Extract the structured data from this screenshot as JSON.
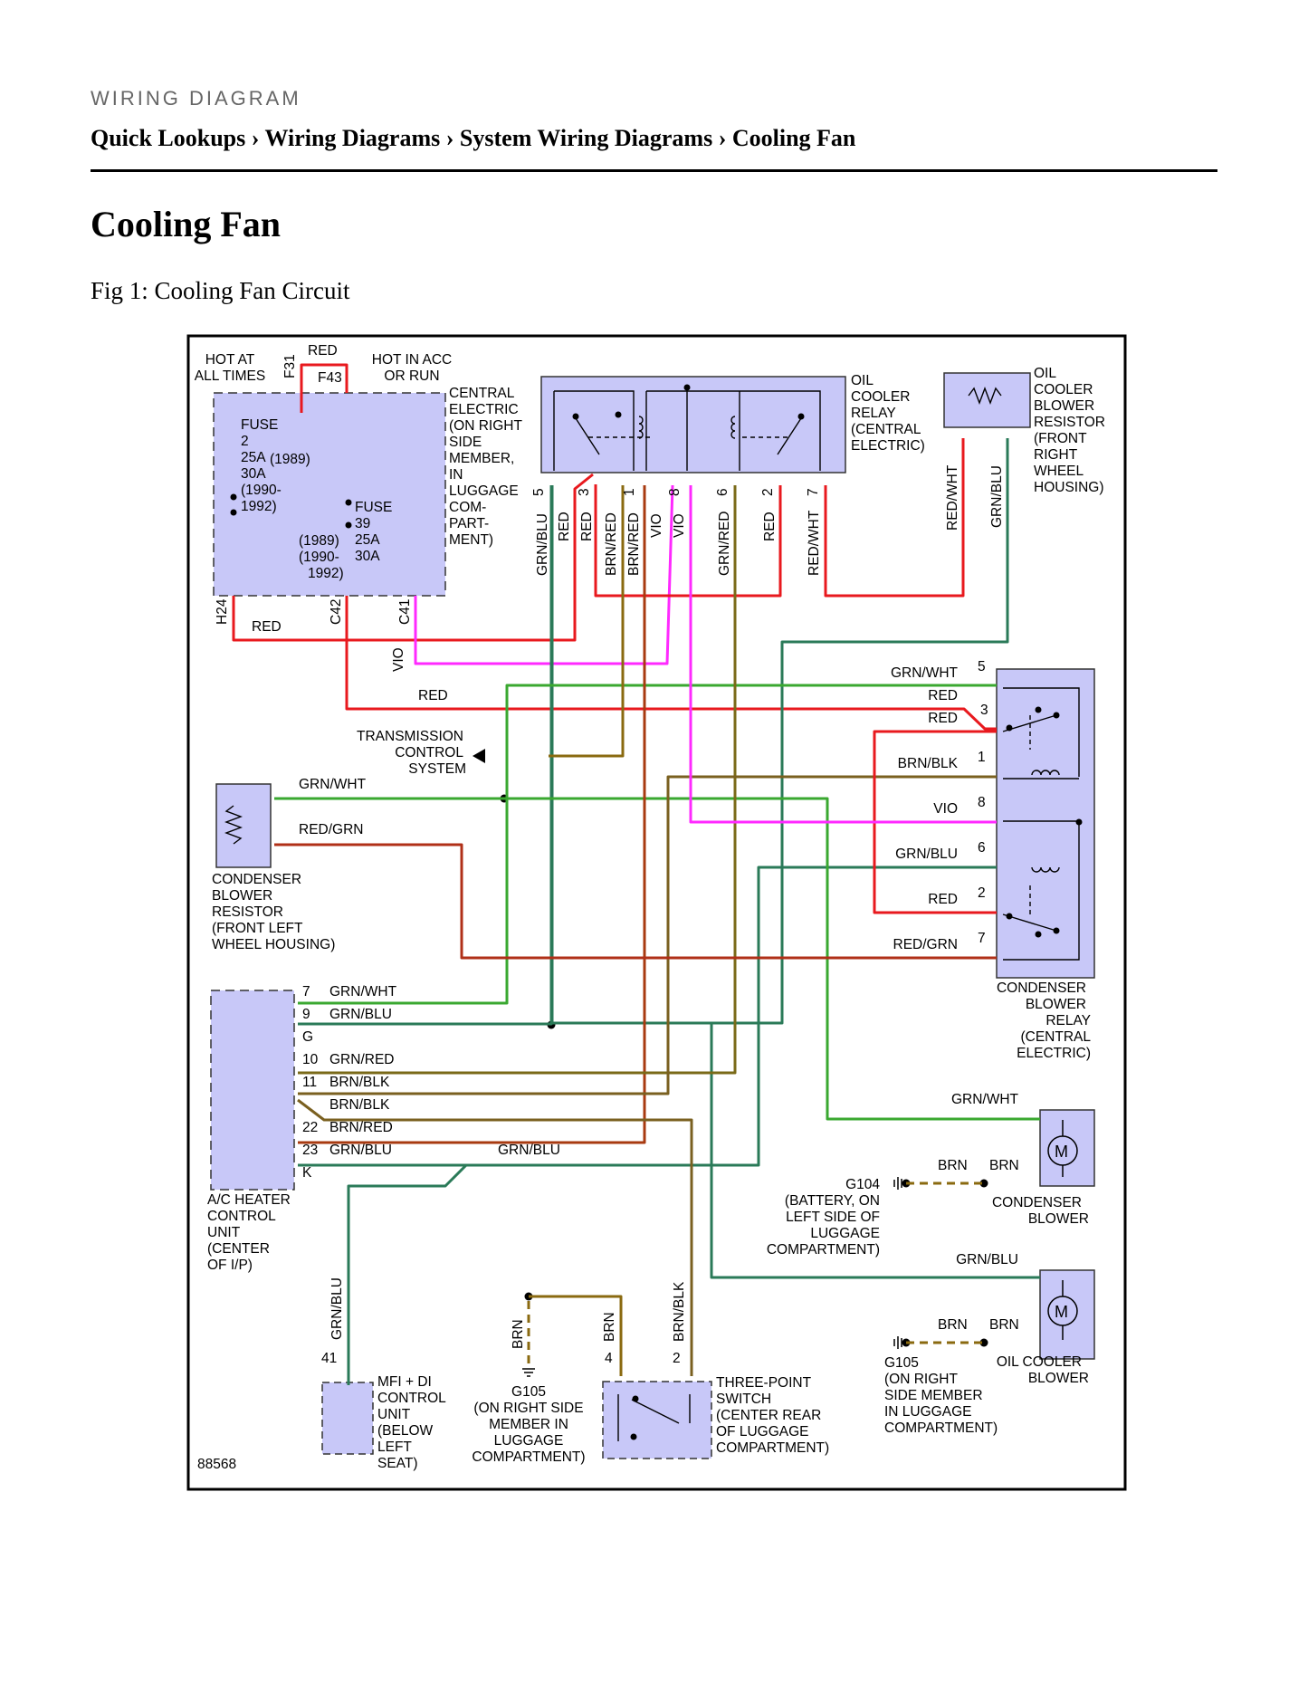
{
  "header": {
    "kicker": "WIRING DIAGRAM",
    "breadcrumb": [
      "Quick Lookups",
      "Wiring Diagrams",
      "System Wiring Diagrams",
      "Cooling Fan"
    ],
    "separator": " › "
  },
  "page_title": "Cooling Fan",
  "figure_caption": "Fig 1: Cooling Fan Circuit",
  "colors": {
    "background": "#ffffff",
    "component_fill": "#c8c8f8",
    "RED": "#e8191e",
    "VIO": "#ff29ff",
    "GRN": "#3aa830",
    "GRN_BLU": "#2a7a58",
    "BRN": "#8a6a10",
    "BRN_RED": "#a83a10",
    "BRN_BLK": "#7a6020",
    "GRN_RED": "#7a6a18",
    "RED_GRN": "#b03018"
  },
  "diagram": {
    "figure_number": "88568",
    "central_electric": {
      "hot_at_all_times": [
        "HOT AT",
        "ALL TIMES"
      ],
      "hot_in_acc": [
        "HOT IN ACC",
        "OR RUN"
      ],
      "f31": "F31",
      "f43": "F43",
      "red": "RED",
      "label": [
        "CENTRAL",
        "ELECTRIC",
        "(ON RIGHT",
        "SIDE",
        "MEMBER,",
        "IN",
        "LUGGAGE",
        "COM-",
        "PART-",
        "MENT)"
      ],
      "fuse2": [
        "FUSE",
        "2",
        "25A",
        "30A",
        "(1990-",
        "1992)"
      ],
      "fuse2_year": "(1989)",
      "fuse39": [
        "FUSE",
        "39",
        "25A",
        "30A"
      ],
      "fuse39_years": [
        "(1989)",
        "(1990-",
        "1992)"
      ],
      "pins": [
        "H24",
        "C42",
        "C41"
      ],
      "h24_wire": "RED"
    },
    "oil_cooler_relay": {
      "label": [
        "OIL",
        "COOLER",
        "RELAY",
        "(CENTRAL",
        "ELECTRIC)"
      ],
      "pins": [
        "5",
        "3",
        "1",
        "8",
        "6",
        "2",
        "7"
      ],
      "wires": [
        "GRN/BLU",
        "RED",
        "RED",
        "BRN/RED",
        "BRN/RED",
        "VIO",
        "VIO",
        "GRN/RED",
        "RED",
        "RED/WHT"
      ]
    },
    "oil_cooler_blower_resistor": {
      "label": [
        "OIL",
        "COOLER",
        "BLOWER",
        "RESISTOR",
        "(FRONT",
        "RIGHT",
        "WHEEL",
        "HOUSING)"
      ],
      "wires": [
        "RED/WHT",
        "GRN/BLU"
      ]
    },
    "condenser_blower_relay": {
      "label": [
        "CONDENSER",
        "BLOWER",
        "RELAY",
        "(CENTRAL",
        "ELECTRIC)"
      ],
      "pins": [
        "5",
        "3",
        "1",
        "8",
        "6",
        "2",
        "7"
      ],
      "wires": [
        "GRN/WHT",
        "RED",
        "RED",
        "BRN/BLK",
        "VIO",
        "GRN/BLU",
        "RED",
        "RED/GRN"
      ]
    },
    "misc": {
      "vio": "VIO",
      "red_mid": "RED",
      "transmission": [
        "TRANSMISSION",
        "CONTROL",
        "SYSTEM"
      ]
    },
    "condenser_blower_resistor": {
      "label": [
        "CONDENSER",
        "BLOWER",
        "RESISTOR",
        "(FRONT LEFT",
        "WHEEL HOUSING)"
      ],
      "wires": [
        "GRN/WHT",
        "RED/GRN"
      ]
    },
    "ac_heater": {
      "label": [
        "A/C HEATER",
        "CONTROL",
        "UNIT",
        "(CENTER",
        "OF I/P)"
      ],
      "pins": [
        "7",
        "9",
        "G",
        "10",
        "11",
        "22",
        "23",
        "K"
      ],
      "wires": [
        "GRN/WHT",
        "GRN/BLU",
        "GRN/RED",
        "BRN/BLK",
        "BRN/BLK",
        "BRN/RED",
        "GRN/BLU",
        "GRN/BLU"
      ]
    },
    "condenser_blower": {
      "label": [
        "CONDENSER",
        "BLOWER"
      ],
      "wires": [
        "GRN/WHT",
        "BRN",
        "BRN"
      ]
    },
    "g104": {
      "label": [
        "G104",
        "(BATTERY, ON",
        "LEFT SIDE OF",
        "LUGGAGE",
        "COMPARTMENT)"
      ]
    },
    "oil_cooler_blower": {
      "label": [
        "OIL COOLER",
        "BLOWER"
      ],
      "wires": [
        "GRN/BLU",
        "BRN",
        "BRN"
      ]
    },
    "g105_right": {
      "label": [
        "G105",
        "(ON RIGHT",
        "SIDE MEMBER",
        "IN LUGGAGE",
        "COMPARTMENT)"
      ]
    },
    "mfi": {
      "label": [
        "MFI + DI",
        "CONTROL",
        "UNIT",
        "(BELOW",
        "LEFT",
        "SEAT)"
      ],
      "pin": "41",
      "wire": "GRN/BLU"
    },
    "g105_left": {
      "label": [
        "G105",
        "(ON RIGHT SIDE",
        "MEMBER IN",
        "LUGGAGE",
        "COMPARTMENT)"
      ],
      "wire": "BRN"
    },
    "three_point_switch": {
      "label": [
        "THREE-POINT",
        "SWITCH",
        "(CENTER REAR",
        "OF LUGGAGE",
        "COMPARTMENT)"
      ],
      "pins": [
        "4",
        "2"
      ],
      "wires": [
        "BRN",
        "BRN/BLK"
      ]
    }
  }
}
